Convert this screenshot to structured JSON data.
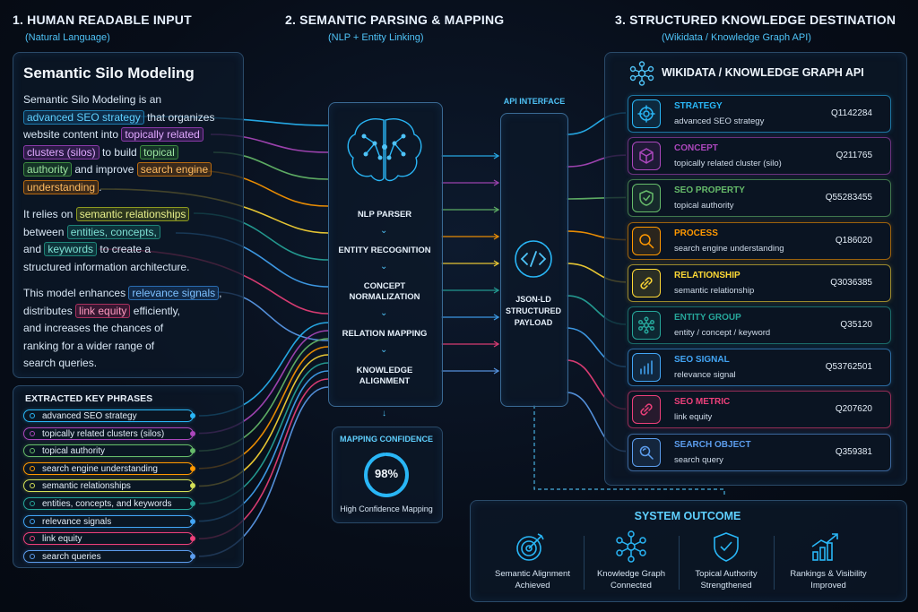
{
  "columns": {
    "input": {
      "title": "1. HUMAN READABLE INPUT",
      "subtitle": "(Natural Language)"
    },
    "parsing": {
      "title": "2. SEMANTIC PARSING & MAPPING",
      "subtitle": "(NLP + Entity Linking)"
    },
    "destination": {
      "title": "3. STRUCTURED KNOWLEDGE DESTINATION",
      "subtitle": "(Wikidata / Knowledge Graph API)"
    }
  },
  "input_panel": {
    "title": "Semantic Silo Modeling",
    "p1": [
      "Semantic Silo Modeling is an",
      "advanced SEO strategy",
      "that organizes",
      "website content into",
      "topically related",
      "clusters (silos)",
      "to build",
      "topical",
      "authority",
      "and improve",
      "search engine",
      "understanding",
      "."
    ],
    "p2": [
      "It relies on",
      "semantic relationships",
      "between",
      "entities, concepts,",
      "and",
      "keywords",
      "to create a",
      "structured information architecture."
    ],
    "p3": [
      "This model enhances",
      "relevance signals",
      ",",
      "distributes",
      "link equity",
      "efficiently,",
      "and increases the chances of",
      "ranking for a wider range of",
      "search queries."
    ]
  },
  "key_phrases": {
    "title": "EXTRACTED KEY PHRASES",
    "items": [
      {
        "label": "advanced SEO strategy",
        "color": "#29b6f6"
      },
      {
        "label": "topically related clusters (silos)",
        "color": "#ab47bc"
      },
      {
        "label": "topical authority",
        "color": "#66bb6a"
      },
      {
        "label": "search engine understanding",
        "color": "#ff9800"
      },
      {
        "label": "semantic relationships",
        "color": "#d4e157"
      },
      {
        "label": "entities, concepts, and keywords",
        "color": "#26a69a"
      },
      {
        "label": "relevance signals",
        "color": "#42a5f5"
      },
      {
        "label": "link equity",
        "color": "#ec407a"
      },
      {
        "label": "search queries",
        "color": "#5c9ded"
      }
    ]
  },
  "parser": {
    "steps": [
      "NLP PARSER",
      "ENTITY RECOGNITION",
      "CONCEPT NORMALIZATION",
      "RELATION MAPPING",
      "KNOWLEDGE ALIGNMENT"
    ],
    "confidence_title": "MAPPING CONFIDENCE",
    "confidence_value": "98%",
    "confidence_fraction": 0.98,
    "confidence_caption": "High Confidence Mapping"
  },
  "api": {
    "label": "API INTERFACE",
    "payload": "JSON-LD STRUCTURED PAYLOAD"
  },
  "knowledge": {
    "title": "WIKIDATA / KNOWLEDGE GRAPH API",
    "cards": [
      {
        "type": "STRATEGY",
        "desc": "advanced SEO strategy",
        "qid": "Q1142284",
        "color": "#29b6f6",
        "icon": "target-icon"
      },
      {
        "type": "CONCEPT",
        "desc": "topically related cluster (silo)",
        "qid": "Q211765",
        "color": "#ab47bc",
        "icon": "cube-icon"
      },
      {
        "type": "SEO PROPERTY",
        "desc": "topical authority",
        "qid": "Q55283455",
        "color": "#66bb6a",
        "icon": "shield-check-icon"
      },
      {
        "type": "PROCESS",
        "desc": "search engine understanding",
        "qid": "Q186020",
        "color": "#ff9800",
        "icon": "magnifier-icon"
      },
      {
        "type": "RELATIONSHIP",
        "desc": "semantic relationship",
        "qid": "Q3036385",
        "color": "#fdd835",
        "icon": "link-icon"
      },
      {
        "type": "ENTITY GROUP",
        "desc": "entity / concept / keyword",
        "qid": "Q35120",
        "color": "#26a69a",
        "icon": "network-icon"
      },
      {
        "type": "SEO SIGNAL",
        "desc": "relevance signal",
        "qid": "Q53762501",
        "color": "#42a5f5",
        "icon": "bar-chart-icon"
      },
      {
        "type": "SEO METRIC",
        "desc": "link equity",
        "qid": "Q207620",
        "color": "#ec407a",
        "icon": "link-icon"
      },
      {
        "type": "SEARCH OBJECT",
        "desc": "search query",
        "qid": "Q359381",
        "color": "#5c9ded",
        "icon": "search-doc-icon"
      }
    ]
  },
  "outcome": {
    "title": "SYSTEM OUTCOME",
    "items": [
      {
        "label": "Semantic Alignment Achieved",
        "icon": "target-arrow-icon"
      },
      {
        "label": "Knowledge Graph Connected",
        "icon": "network-icon"
      },
      {
        "label": "Topical Authority Strengthened",
        "icon": "shield-check-icon"
      },
      {
        "label": "Rankings & Visibility Improved",
        "icon": "growth-chart-icon"
      }
    ]
  },
  "colors": {
    "accent": "#4fc3f7",
    "panel_border": "#2a4a68",
    "background": "#070d18"
  }
}
